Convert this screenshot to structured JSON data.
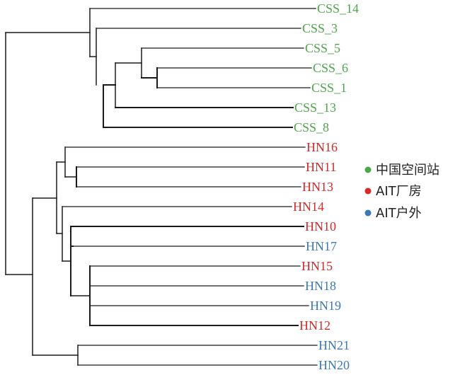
{
  "colors": {
    "css_group": "#4ea64b",
    "ait_factory": "#d42a2a",
    "ait_outdoor": "#3b78b6",
    "branch": "#1a1a1a"
  },
  "leaves": [
    {
      "label": "CSS_14",
      "group": "css_group"
    },
    {
      "label": "CSS_3",
      "group": "css_group"
    },
    {
      "label": "CSS_5",
      "group": "css_group"
    },
    {
      "label": "CSS_6",
      "group": "css_group"
    },
    {
      "label": "CSS_1",
      "group": "css_group"
    },
    {
      "label": "CSS_13",
      "group": "css_group"
    },
    {
      "label": "CSS_8",
      "group": "css_group"
    },
    {
      "label": "HN16",
      "group": "ait_factory"
    },
    {
      "label": "HN11",
      "group": "ait_factory"
    },
    {
      "label": "HN13",
      "group": "ait_factory"
    },
    {
      "label": "HN14",
      "group": "ait_factory"
    },
    {
      "label": "HN10",
      "group": "ait_factory"
    },
    {
      "label": "HN17",
      "group": "ait_outdoor"
    },
    {
      "label": "HN15",
      "group": "ait_factory"
    },
    {
      "label": "HN18",
      "group": "ait_outdoor"
    },
    {
      "label": "HN19",
      "group": "ait_outdoor"
    },
    {
      "label": "HN12",
      "group": "ait_factory"
    },
    {
      "label": "HN21",
      "group": "ait_outdoor"
    },
    {
      "label": "HN20",
      "group": "ait_outdoor"
    }
  ],
  "legend": [
    {
      "label": "中国空间站",
      "group": "css_group"
    },
    {
      "label": "AIT厂房",
      "group": "ait_factory"
    },
    {
      "label": "AIT户外",
      "group": "ait_outdoor"
    }
  ]
}
